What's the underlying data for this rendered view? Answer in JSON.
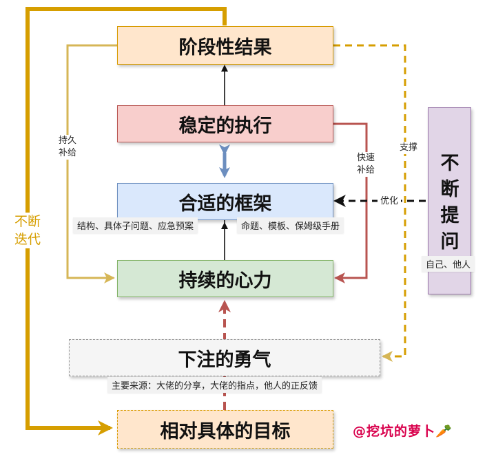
{
  "boxes": {
    "stage_result": "阶段性结果",
    "stable_execution": "稳定的执行",
    "suitable_framework": "合适的框架",
    "sustained_mind": "持续的心力",
    "courage": "下注的勇气",
    "concrete_goal": "相对具体的目标"
  },
  "question_box": {
    "chars": [
      "不",
      "断",
      "提",
      "问"
    ],
    "note": "自己、他人"
  },
  "notes": {
    "framework_left": "结构、具体子问题、应急预案",
    "framework_right": "命题、模板、保姆级手册",
    "courage_source": "主要来源：大佬的分享，大佬的指点，他人的正反馈"
  },
  "edge_labels": {
    "persist_1": "持久",
    "persist_2": "补给",
    "iterate_1": "不断",
    "iterate_2": "迭代",
    "support": "支撑",
    "fast_1": "快速",
    "fast_2": "补给",
    "optimize": "优化"
  },
  "watermark": "@挖坑的萝卜🥕",
  "colors": {
    "orange": "#d69e00",
    "tan": "#d6b656",
    "red": "#b85450",
    "blue": "#6c8ebf"
  }
}
